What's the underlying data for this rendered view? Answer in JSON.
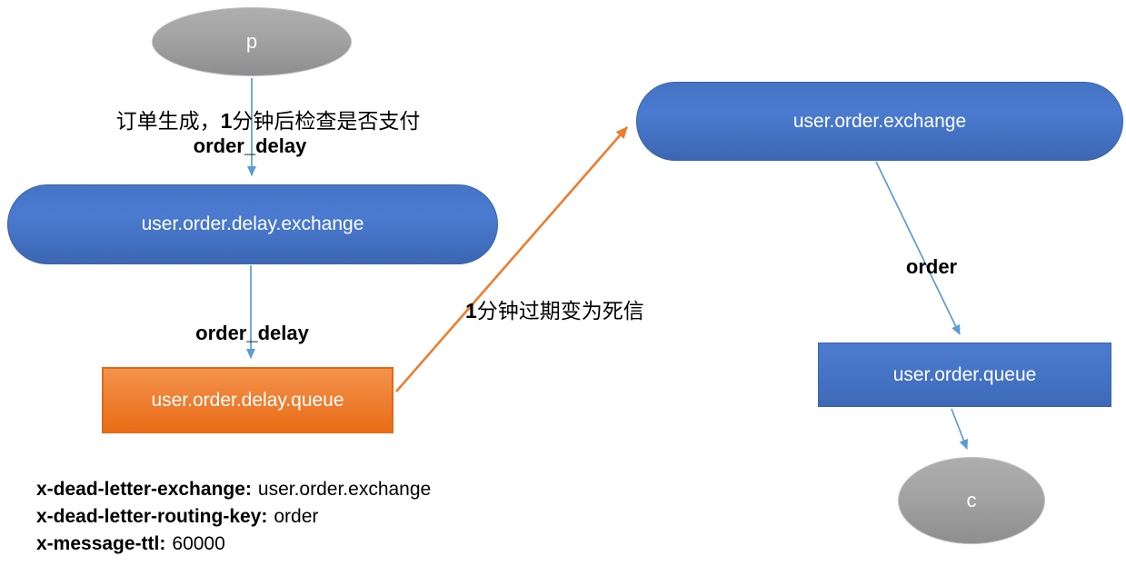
{
  "diagram": {
    "producer": {
      "label": "p"
    },
    "consumer": {
      "label": "c"
    },
    "delay_exchange": {
      "label": "user.order.delay.exchange"
    },
    "delay_queue": {
      "label": "user.order.delay.queue"
    },
    "order_exchange": {
      "label": "user.order.exchange"
    },
    "order_queue": {
      "label": "user.order.queue"
    },
    "annotations": {
      "produce_note": {
        "pre": "订单生成，",
        "bold": "1",
        "post": "分钟后检查是否支付"
      },
      "produce_routing_key": "order_delay",
      "delay_routing_key": "order_delay",
      "dead_letter_note": {
        "bold": "1",
        "post": "分钟过期变为死信"
      },
      "order_routing_key": "order"
    },
    "properties": [
      {
        "key": "x-dead-letter-exchange:",
        "value": "user.order.exchange"
      },
      {
        "key": "x-dead-letter-routing-key:",
        "value": "order"
      },
      {
        "key": "x-message-ttl:",
        "value": "60000"
      }
    ],
    "colors": {
      "exchange_blue": "#4472C4",
      "queue_orange": "#ED7D31",
      "node_gray": "#A6A6A6",
      "arrow_blue": "#5B9BD5",
      "arrow_orange": "#ED7D31"
    }
  }
}
